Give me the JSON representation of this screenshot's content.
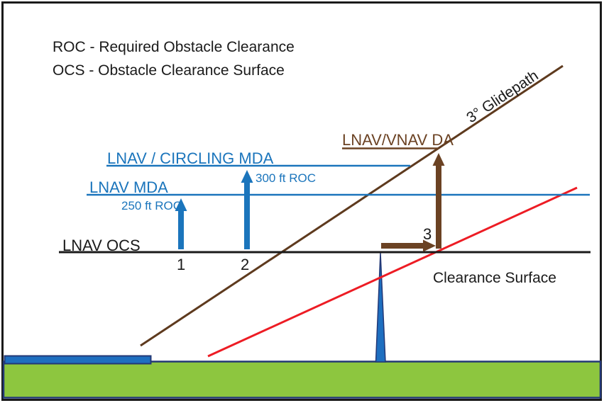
{
  "diagram": {
    "legend": {
      "roc": "ROC - Required Obstacle Clearance",
      "ocs": "OCS - Obstacle Clearance Surface"
    },
    "labels": {
      "glidepath": "3° Glidepath",
      "lnav_vnav_da": "LNAV/VNAV DA",
      "lnav_circling_mda": "LNAV / CIRCLING MDA",
      "lnav_mda": "LNAV MDA",
      "lnav_ocs": "LNAV OCS",
      "roc_250": "250 ft ROC",
      "roc_300": "300 ft ROC",
      "clearance_surface": "Clearance Surface",
      "marker_1": "1",
      "marker_2": "2",
      "marker_3": "3"
    },
    "colors": {
      "blue": "#1b75bc",
      "fill_blue": "#1e6fc0",
      "brown": "#6b4223",
      "dark_brown": "#5e3a1e",
      "red": "#ed1c24",
      "green": "#8dc63f",
      "navy": "#233876",
      "black": "#1a1a1a"
    }
  }
}
